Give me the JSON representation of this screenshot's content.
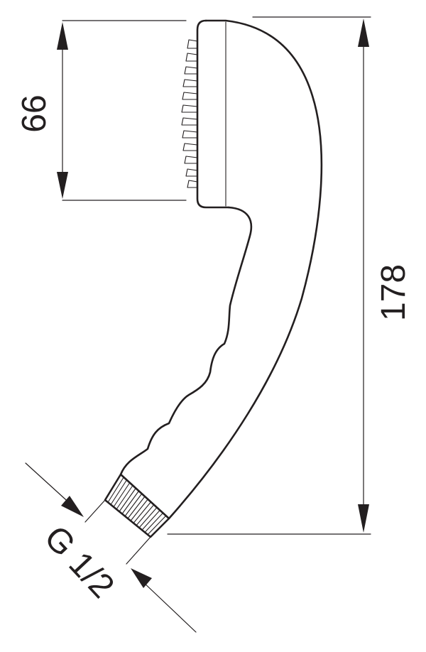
{
  "dimensions": {
    "head_height": "66",
    "total_length": "178",
    "thread": "G 1/2"
  },
  "colors": {
    "line": "#231f20",
    "background": "#ffffff"
  }
}
